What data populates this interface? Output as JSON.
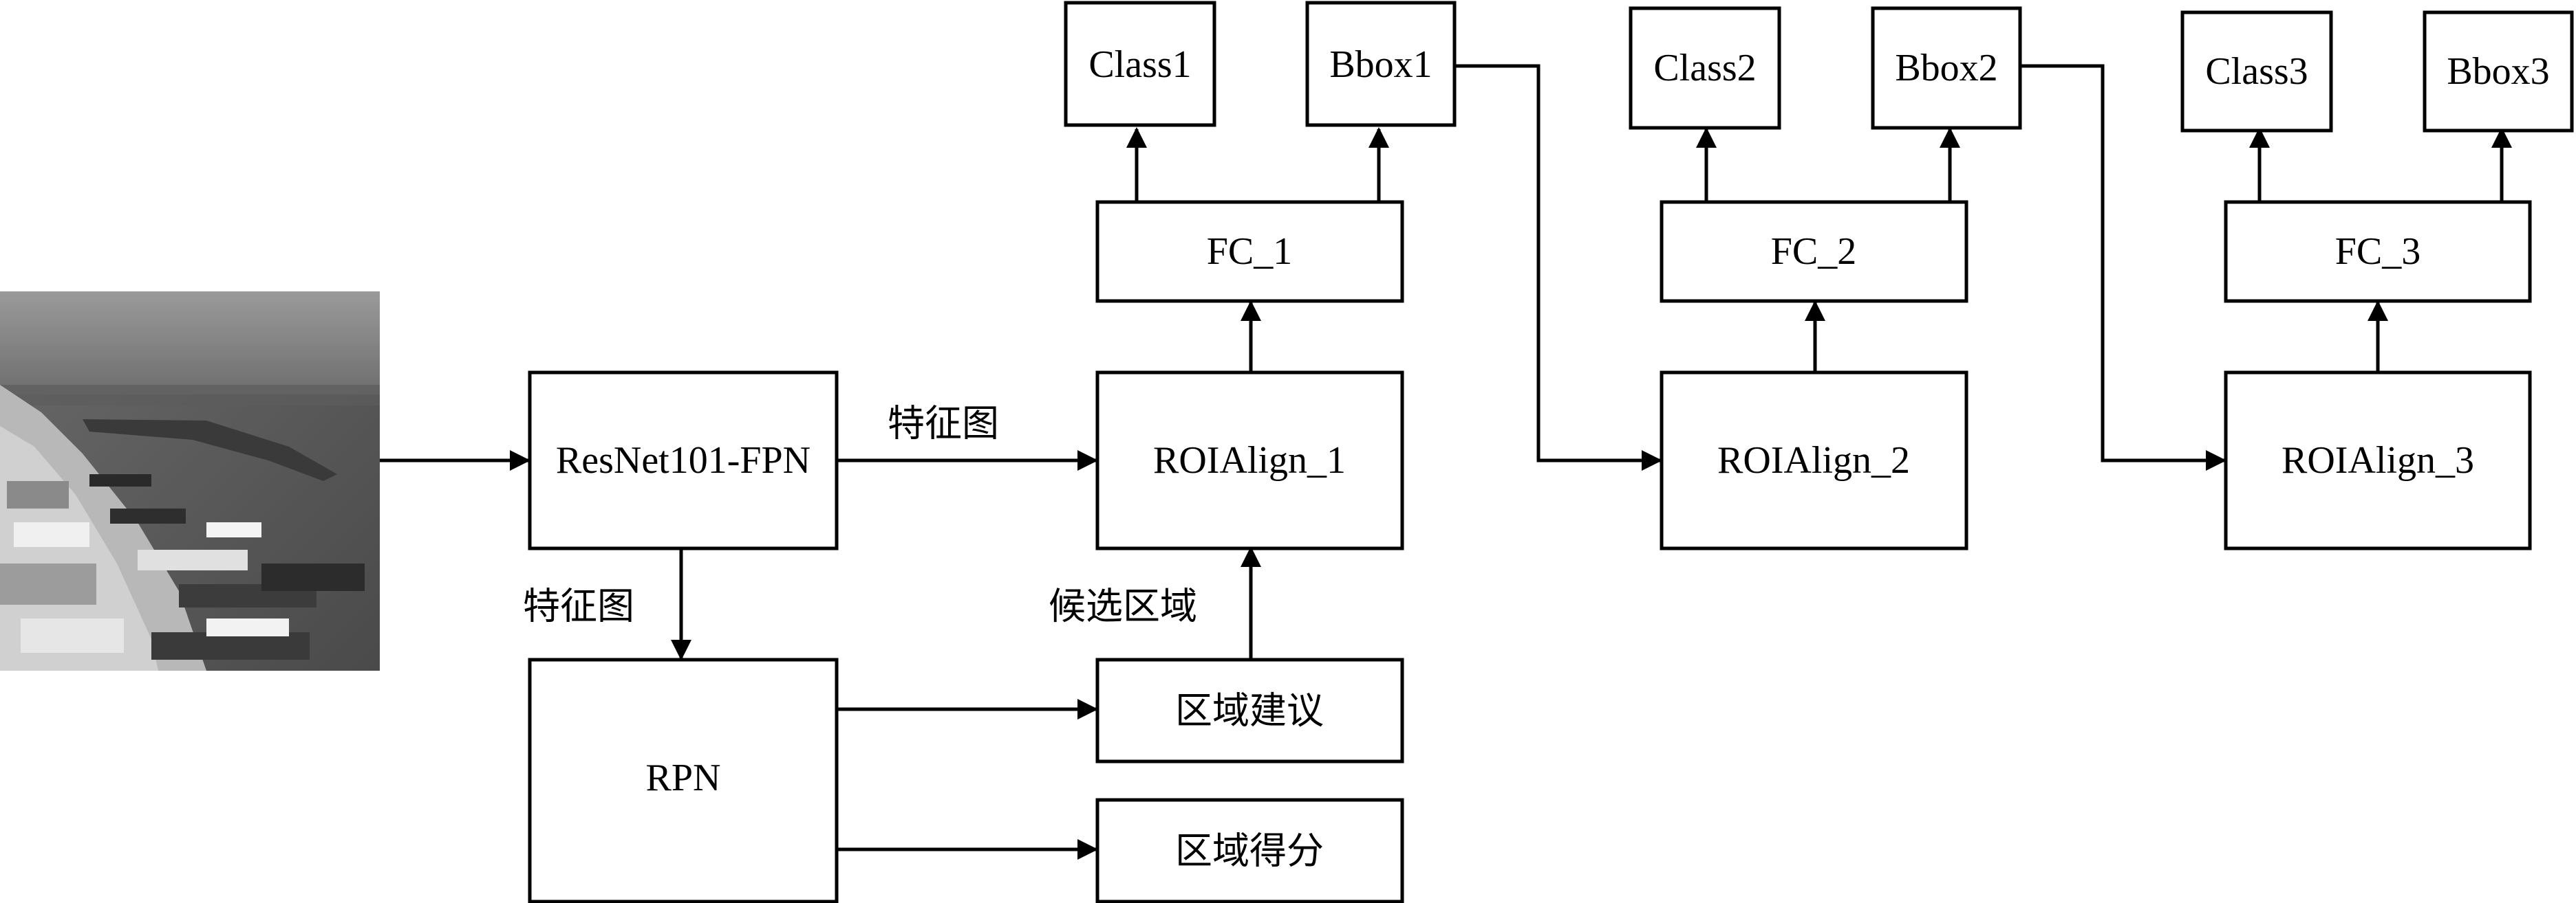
{
  "nodes": {
    "backbone": "ResNet101-FPN",
    "rpn": "RPN",
    "roialign1": "ROIAlign_1",
    "roialign2": "ROIAlign_2",
    "roialign3": "ROIAlign_3",
    "fc1": "FC_1",
    "fc2": "FC_2",
    "fc3": "FC_3",
    "class1": "Class1",
    "bbox1": "Bbox1",
    "class2": "Class2",
    "bbox2": "Bbox2",
    "class3": "Class3",
    "bbox3": "Bbox3",
    "proposals": "区域建议",
    "scores": "区域得分"
  },
  "edge_labels": {
    "feature_map_right": "特征图",
    "feature_map_down": "特征图",
    "candidate_regions": "候选区域"
  },
  "input_image": {
    "subject": "aerial-harbor-photo",
    "tone": "grayscale"
  }
}
